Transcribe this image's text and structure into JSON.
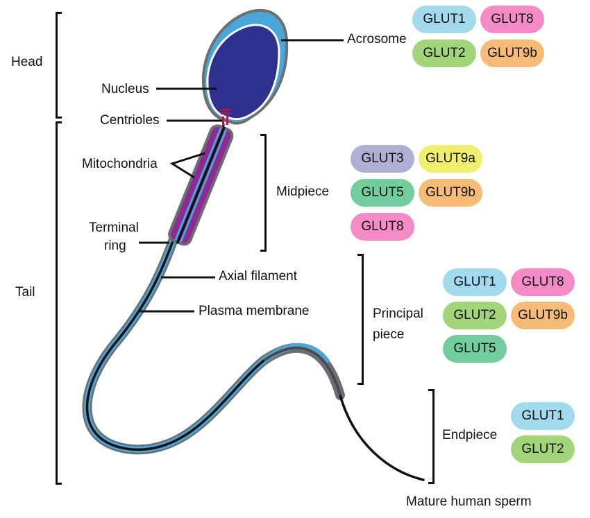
{
  "regions": {
    "head": "Head",
    "tail": "Tail",
    "midpiece": "Midpiece",
    "principal_piece_line1": "Principal",
    "principal_piece_line2": "piece",
    "endpiece": "Endpiece"
  },
  "structures": {
    "acrosome": "Acrosome",
    "nucleus": "Nucleus",
    "centrioles": "Centrioles",
    "mitochondria": "Mitochondria",
    "terminal_ring_line1": "Terminal",
    "terminal_ring_line2": "ring",
    "axial_filament": "Axial filament",
    "plasma_membrane": "Plasma membrane"
  },
  "caption": "Mature human sperm",
  "colors": {
    "GLUT1": "#a3d9ec",
    "GLUT2": "#a2d57a",
    "GLUT3": "#aeb0d3",
    "GLUT5": "#72cd9c",
    "GLUT8": "#f58bc6",
    "GLUT9a": "#f0ee6c",
    "GLUT9b": "#f6bb76",
    "nucleus": "#2e3190",
    "acrosome": "#4aa6d9",
    "membrane": "#6d6e71",
    "mitochondria": "#8d2a93",
    "centriole": "#a6194b",
    "axial": "#111111"
  },
  "glut_groups": {
    "acrosome": [
      "GLUT1",
      "GLUT8",
      "GLUT2",
      "GLUT9b"
    ],
    "midpiece": [
      "GLUT3",
      "GLUT9a",
      "GLUT5",
      "GLUT9b",
      "GLUT8"
    ],
    "principal_piece": [
      "GLUT1",
      "GLUT8",
      "GLUT2",
      "GLUT9b",
      "GLUT5"
    ],
    "endpiece": [
      "GLUT1",
      "GLUT2"
    ]
  }
}
